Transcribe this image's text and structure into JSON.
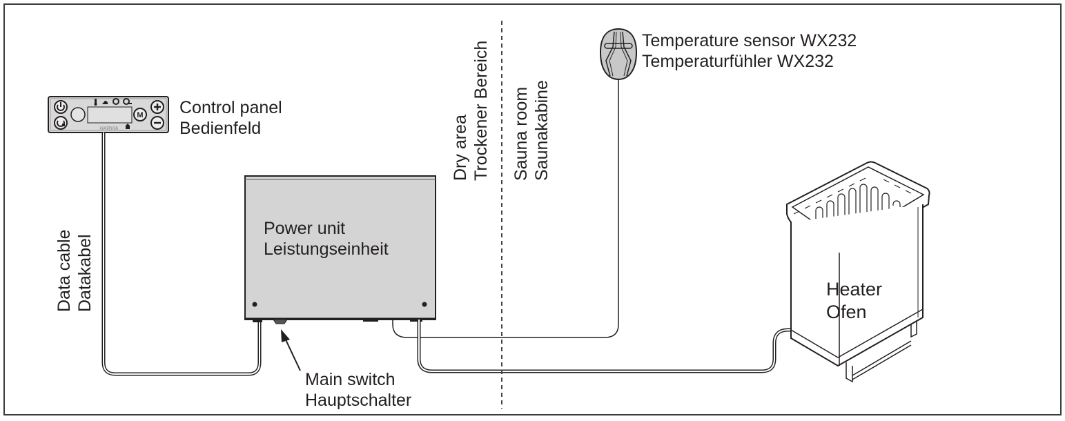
{
  "diagram": {
    "type": "wiring-overview",
    "components": {
      "control_panel": {
        "label_en": "Control panel",
        "label_de": "Bedienfeld",
        "brand": "HARVIA"
      },
      "power_unit": {
        "label_en": "Power unit",
        "label_de": "Leistungseinheit"
      },
      "temperature_sensor": {
        "label_en": "Temperature sensor WX232",
        "label_de": "Temperaturfühler WX232"
      },
      "heater": {
        "label_en": "Heater",
        "label_de": "Ofen"
      },
      "main_switch": {
        "label_en": "Main switch",
        "label_de": "Hauptschalter"
      },
      "data_cable": {
        "label_en": "Data cable",
        "label_de": "Datakabel"
      }
    },
    "zones": {
      "dry_area": {
        "label_en": "Dry area",
        "label_de": "Trockener Bereich"
      },
      "sauna_room": {
        "label_en": "Sauna room",
        "label_de": "Saunakabine"
      }
    },
    "connections": [
      {
        "from": "control_panel",
        "to": "power_unit",
        "via": "data_cable"
      },
      {
        "from": "power_unit",
        "to": "temperature_sensor"
      },
      {
        "from": "power_unit",
        "to": "heater"
      }
    ],
    "colors": {
      "line": "#231f20",
      "unit_fill": "#d4d4d4",
      "sensor_fill": "#c8c8c8",
      "panel_fill": "#d9d9d9",
      "frame": "#3a3a3a"
    }
  }
}
